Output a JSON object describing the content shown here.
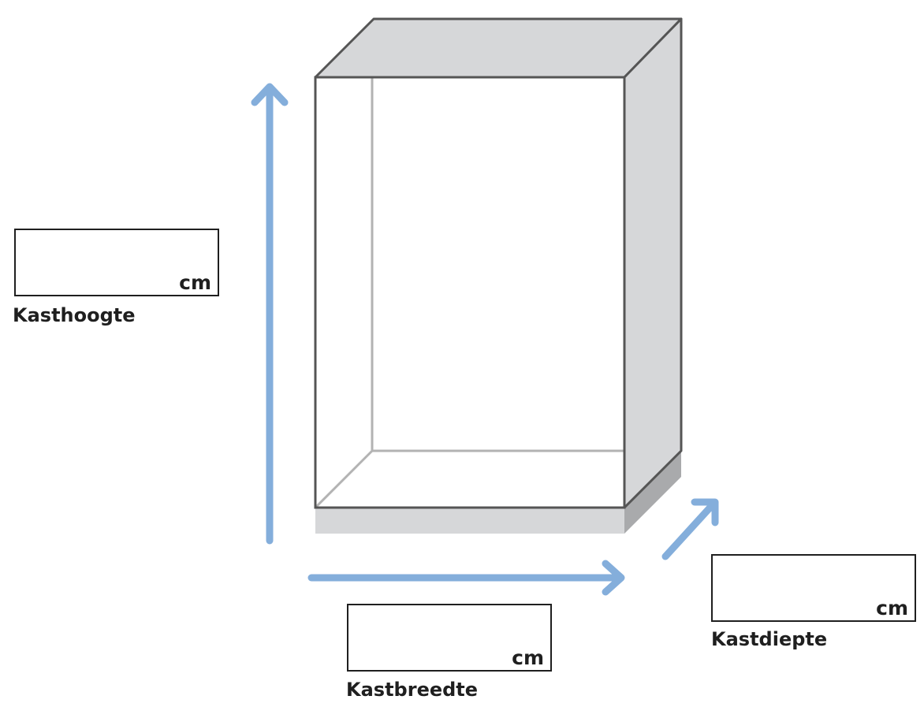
{
  "colors": {
    "outline": "#555555",
    "inner_line": "#b3b3b3",
    "side_fill": "#d6d7d9",
    "plinth_side": "#a9aaac",
    "arrow": "#84aedb",
    "text": "#1f1f1f"
  },
  "dimensions": {
    "height": {
      "label": "Kasthoogte",
      "unit": "cm",
      "value": ""
    },
    "width": {
      "label": "Kastbreedte",
      "unit": "cm",
      "value": ""
    },
    "depth": {
      "label": "Kastdiepte",
      "unit": "cm",
      "value": ""
    }
  }
}
